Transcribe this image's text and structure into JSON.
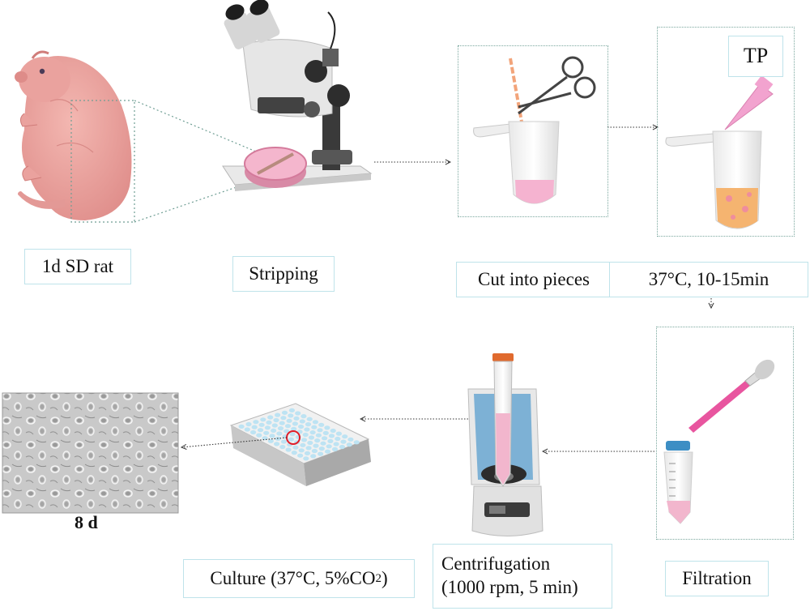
{
  "labels": {
    "rat": "1d SD rat",
    "stripping": "Stripping",
    "cut": "Cut into pieces",
    "digest": "37°C, 10-15min",
    "tp": "TP",
    "filtration": "Filtration",
    "centrifugation_line1": "Centrifugation",
    "centrifugation_line2": "(1000 rpm, 5 min)",
    "culture_prefix": "Culture (37°C, 5%CO",
    "culture_sub": "2",
    "culture_suffix": ")",
    "day": "8 d"
  },
  "colors": {
    "label_border": "#bfe3ea",
    "dotted_box": "#7aa79e",
    "rat_pink": "#e99c9a",
    "medium_pink": "#f1a6c8",
    "pipette_pink": "#e8559f",
    "orange_cap": "#e06a2e",
    "centrifuge_blue": "#3d8ec4",
    "plate_wells": "#bde3f3",
    "highlight_circle": "#e11d27"
  },
  "icons": [
    "rat-illustration",
    "microscope-icon",
    "petri-dish-icon",
    "scissors-icon",
    "tube-icon",
    "pipette-icon",
    "centrifuge-icon",
    "conical-tube-icon",
    "well-plate-icon",
    "cell-micrograph"
  ]
}
